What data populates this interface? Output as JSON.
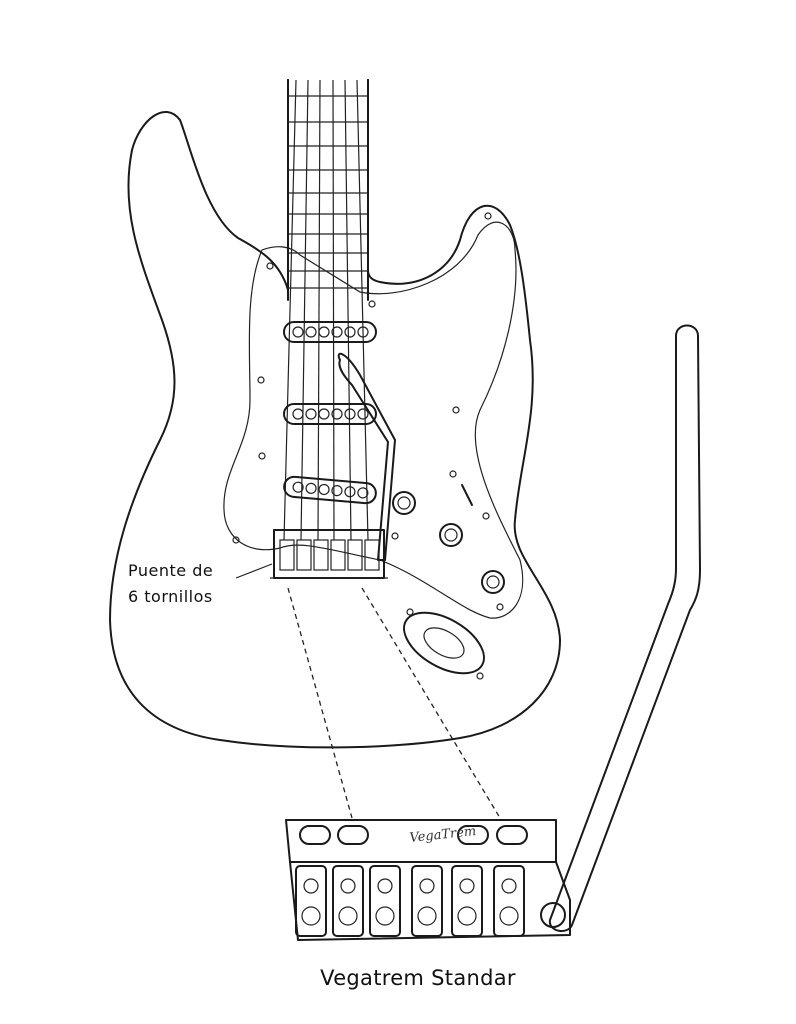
{
  "labels": {
    "bridge_label_line1": "Puente de",
    "bridge_label_line2": "6 tornillos",
    "caption": "Vegatrem Standar",
    "brand_logo": "VegaTrem"
  },
  "colors": {
    "line": "#1a1a1a",
    "metal": "#d9d9d9",
    "background": "#ffffff"
  }
}
